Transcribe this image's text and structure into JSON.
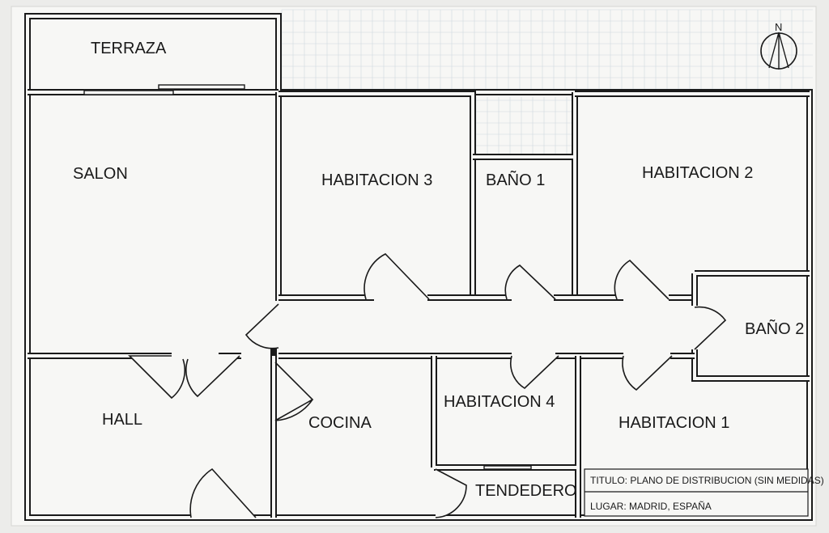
{
  "rooms": {
    "terraza": "TERRAZA",
    "salon": "SALON",
    "habitacion_3": "HABITACION 3",
    "bano_1": "BAÑO 1",
    "habitacion_2": "HABITACION 2",
    "bano_2": "BAÑO 2",
    "hall": "HALL",
    "cocina": "COCINA",
    "habitacion_4": "HABITACION 4",
    "habitacion_1": "HABITACION 1",
    "tendedero": "TENDEDERO"
  },
  "compass": {
    "label": "N"
  },
  "title_block": {
    "titulo": "TITULO: PLANO DE DISTRIBUCION (SIN MEDIDAS)",
    "lugar": "LUGAR: MADRID, ESPAÑA"
  }
}
